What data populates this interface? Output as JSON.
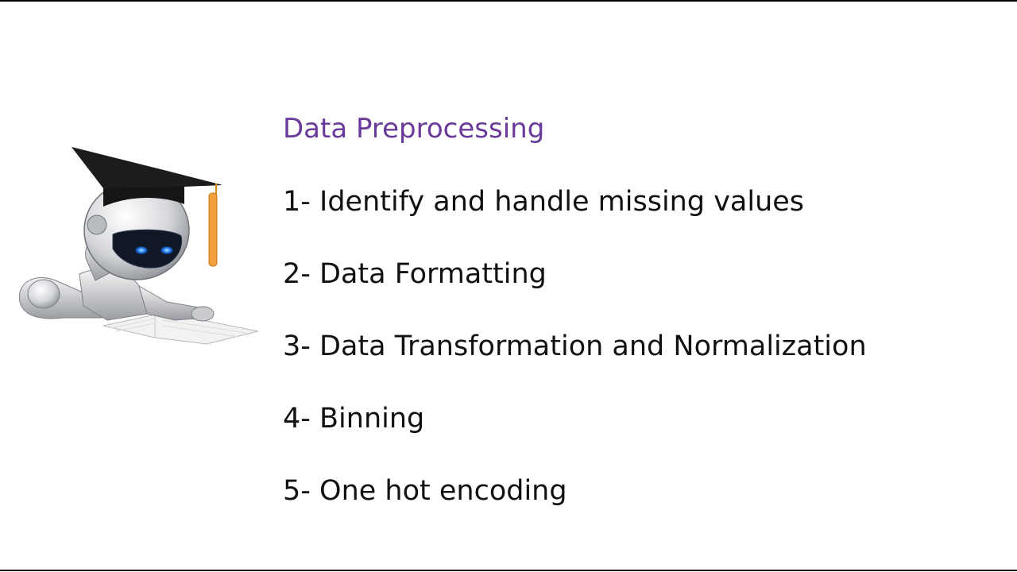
{
  "slide": {
    "title": "Data Preprocessing",
    "title_color": "#6a3a9a",
    "illustration": "robot-graduate-reading-book-icon",
    "items": [
      "1- Identify and handle missing values",
      "2- Data Formatting",
      "3- Data Transformation and Normalization",
      "4- Binning",
      "5- One hot encoding"
    ]
  }
}
